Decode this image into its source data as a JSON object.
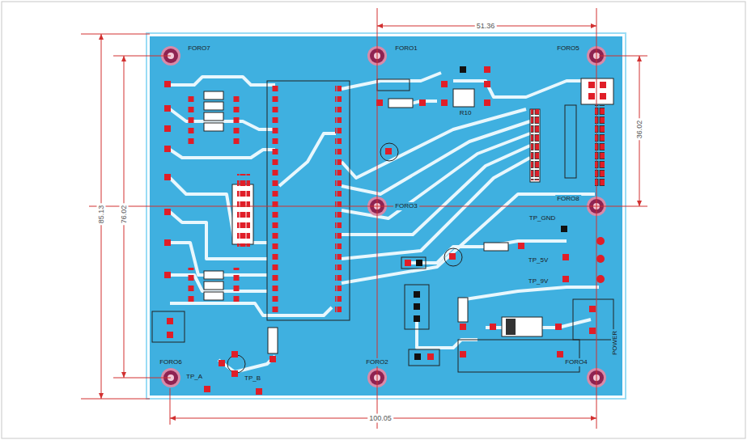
{
  "diagram": {
    "labels": [
      "51.36",
      "36.02",
      "85.13",
      "76.02",
      "100.05",
      "FORO7",
      "FORO1",
      "FORO5",
      "FORO3",
      "FORO8",
      "FORO6",
      "FORO2",
      "FORO4",
      "TP_GND",
      "TP_5V",
      "TP_9V",
      "TP_A",
      "TP_B",
      "POWER",
      "R10"
    ]
  }
}
